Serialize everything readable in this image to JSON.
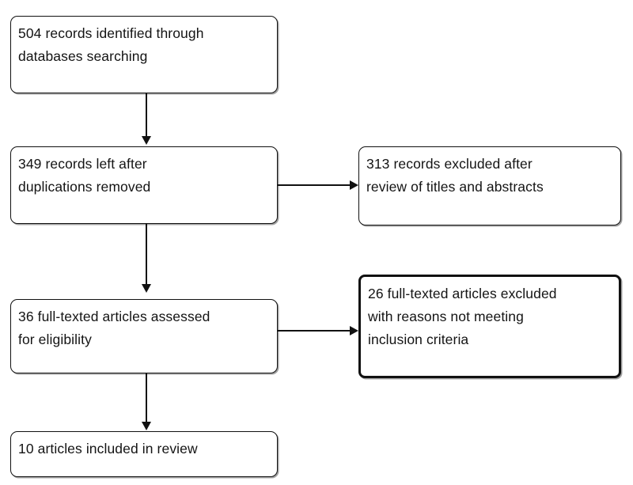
{
  "diagram": {
    "type": "prisma-flow-diagram",
    "background_color": "#ffffff",
    "line_color": "#111111",
    "text_color": "#141414",
    "boxes": [
      {
        "id": "identification",
        "text": "504 records identified through\ndatabases searching",
        "count": 504,
        "border": "normal"
      },
      {
        "id": "after-duplicates",
        "text": "349 records left after\nduplications removed",
        "count": 349,
        "border": "normal"
      },
      {
        "id": "records-excluded",
        "text": "313 records excluded after\nreview of titles and abstracts",
        "count": 313,
        "border": "normal"
      },
      {
        "id": "full-text-assessed",
        "text": "36 full-texted articles assessed\nfor eligibility",
        "count": 36,
        "border": "normal"
      },
      {
        "id": "full-text-excluded",
        "text": "26 full-texted articles excluded\nwith reasons not meeting\ninclusion criteria",
        "count": 26,
        "border": "thick"
      },
      {
        "id": "included",
        "text": "10 articles included in review",
        "count": 10,
        "border": "normal"
      }
    ],
    "connectors": [
      {
        "id": "identification-to-after-duplicates",
        "direction": "down"
      },
      {
        "id": "after-duplicates-to-records-excluded",
        "direction": "right"
      },
      {
        "id": "after-duplicates-to-full-text-assessed",
        "direction": "down"
      },
      {
        "id": "full-text-assessed-to-full-text-excluded",
        "direction": "right"
      },
      {
        "id": "full-text-assessed-to-included",
        "direction": "down"
      }
    ]
  }
}
